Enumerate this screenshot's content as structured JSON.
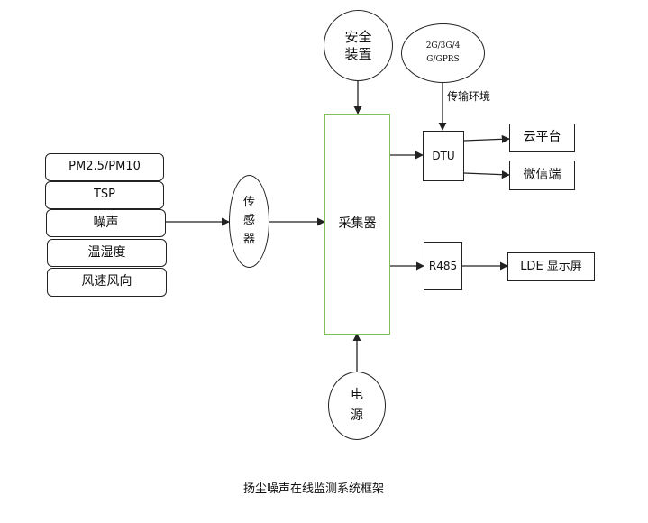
{
  "sensor_inputs": [
    "PM2.5/PM10",
    "TSP",
    "噪声",
    "温湿度",
    "风速风向"
  ],
  "sensor_node": "传感器",
  "collector": "采集器",
  "safety_device": [
    "安全",
    "装置"
  ],
  "network": [
    "2G/3G/4",
    "G/GPRS"
  ],
  "transmission_env": "传输环境",
  "dtu": "DTU",
  "cloud_platform": "云平台",
  "wechat": "微信端",
  "r485": "R485",
  "lde_display": "LDE 显示屏",
  "power": "电源",
  "caption": "扬尘噪声在线监测系统框架"
}
